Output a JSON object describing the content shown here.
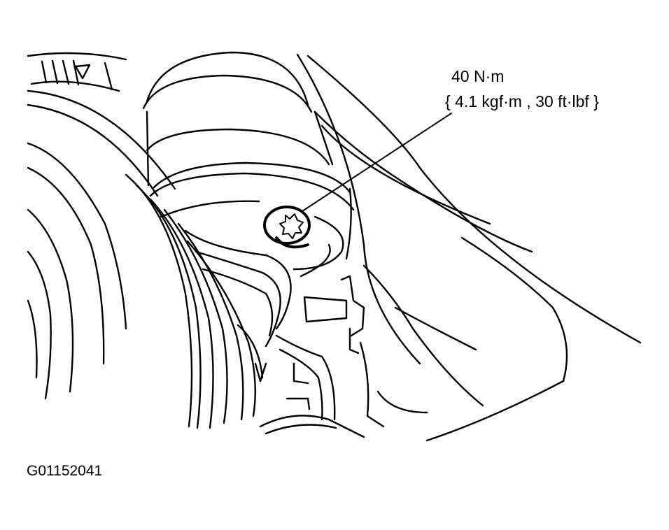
{
  "callout": {
    "torque_nm": "40 N·m",
    "torque_alt": "{ 4.1 kgf·m , 30 ft·lbf }"
  },
  "figure_id": "G01152041",
  "colors": {
    "ink": "#000000",
    "paper": "#ffffff"
  },
  "icons": {
    "bolt": "torx-bolt-icon"
  }
}
